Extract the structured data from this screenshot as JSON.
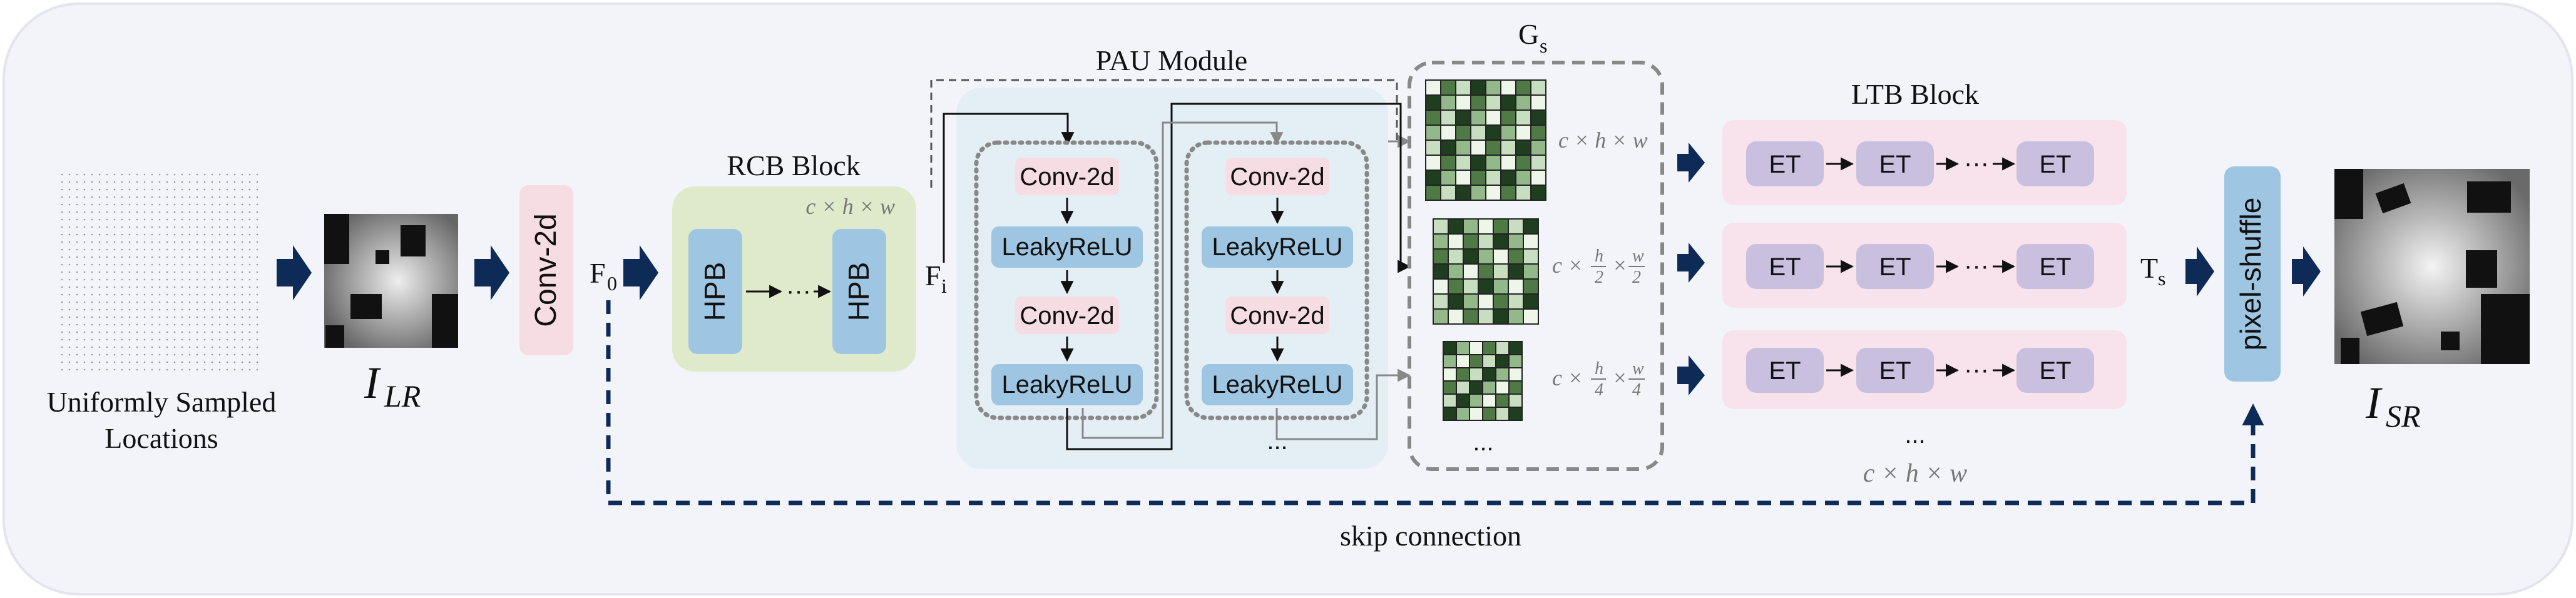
{
  "input": {
    "title_line1": "Uniformly Sampled",
    "title_line2": "Locations"
  },
  "lr_image": {
    "label_main": "I",
    "label_sub": "LR"
  },
  "conv_block": {
    "label": "Conv-2d"
  },
  "f0": {
    "main": "F",
    "sub": "0"
  },
  "rcb": {
    "title": "RCB Block",
    "dims": "c × h × w",
    "hpb": "HPB",
    "dots": "···"
  },
  "fi": {
    "main": "F",
    "sub": "i"
  },
  "pau": {
    "title": "PAU Module",
    "conv": "Conv-2d",
    "relu": "LeakyReLU",
    "more": "..."
  },
  "gs": {
    "main": "G",
    "sub": "s",
    "dim1": "c × h × w",
    "dim2_prefix": "c ×",
    "dim2_h": "h",
    "dim2_w": "w",
    "dim2_den": "2",
    "dim3_den": "4",
    "times": "×",
    "more": "..."
  },
  "ltb": {
    "title": "LTB Block",
    "et": "ET",
    "dots": "···",
    "more": "...",
    "dims": "c × h × w"
  },
  "ts": {
    "main": "T",
    "sub": "s"
  },
  "pixel_shuffle": {
    "label": "pixel-shuffle"
  },
  "sr_image": {
    "label_main": "I",
    "label_sub": "SR"
  },
  "skip": {
    "label": "skip connection"
  },
  "colors": {
    "panel": "#f3f4fa",
    "pink": "#f6dde3",
    "green_panel": "#dfeacb",
    "blue_block": "#9ec6e2",
    "pau_panel": "#e3eff5",
    "ltb_panel": "#f8e3ec",
    "et": "#c9c0df",
    "navy": "#0e2a57"
  }
}
